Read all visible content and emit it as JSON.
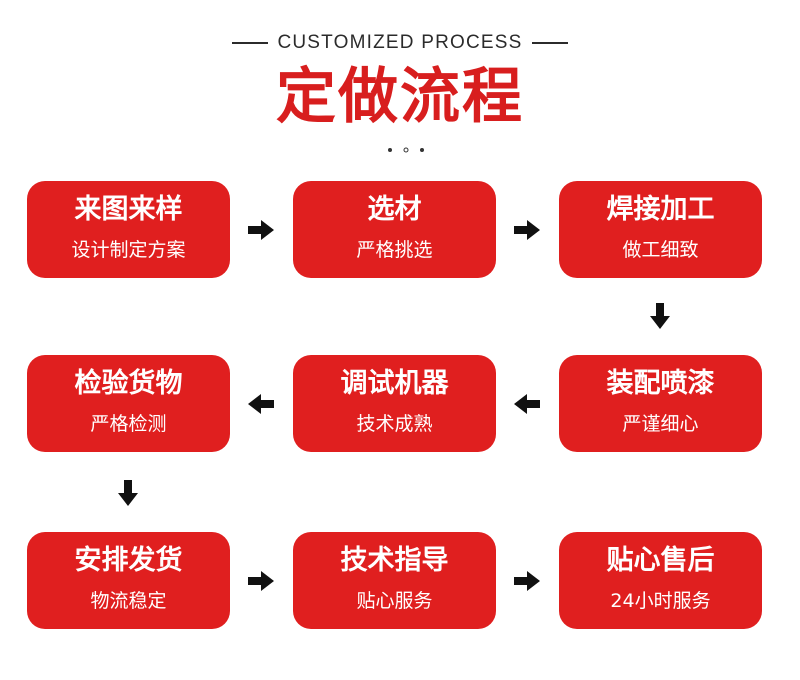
{
  "header": {
    "subtitle": "CUSTOMIZED PROCESS",
    "title": "定做流程"
  },
  "colors": {
    "accent": "#e01f1f",
    "title": "#d81e1e",
    "arrow": "#111111"
  },
  "steps": [
    {
      "title": "来图来样",
      "desc": "设计制定方案"
    },
    {
      "title": "选材",
      "desc": "严格挑选"
    },
    {
      "title": "焊接加工",
      "desc": "做工细致"
    },
    {
      "title": "装配喷漆",
      "desc": "严谨细心"
    },
    {
      "title": "调试机器",
      "desc": "技术成熟"
    },
    {
      "title": "检验货物",
      "desc": "严格检测"
    },
    {
      "title": "安排发货",
      "desc": "物流稳定"
    },
    {
      "title": "技术指导",
      "desc": "贴心服务"
    },
    {
      "title": "贴心售后",
      "desc": "24小时服务"
    }
  ]
}
